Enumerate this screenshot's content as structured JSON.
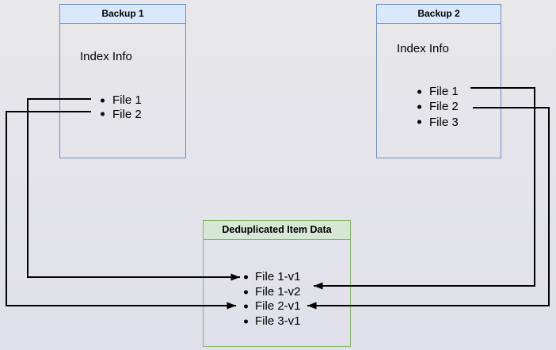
{
  "colors": {
    "background_top": "#e8e7e9",
    "background_bottom": "#e0e0ea",
    "blue_box_fill": "#dae8fc",
    "blue_box_border": "#6c8ebf",
    "green_box_fill": "#d5e8d4",
    "green_box_border": "#82b366",
    "arrow": "#000000",
    "text": "#000000"
  },
  "backup1": {
    "title": "Backup 1",
    "subtitle": "Index Info",
    "files": [
      "File 1",
      "File 2"
    ]
  },
  "backup2": {
    "title": "Backup 2",
    "subtitle": "Index Info",
    "files": [
      "File 1",
      "File 2",
      "File 3"
    ]
  },
  "dedup": {
    "title": "Deduplicated Item Data",
    "items": [
      "File 1-v1",
      "File 1-v2",
      "File 2-v1",
      "File 3-v1"
    ]
  },
  "connections": [
    {
      "from": "Backup 1 / File 1",
      "to": "File 1-v1"
    },
    {
      "from": "Backup 1 / File 2",
      "to": "File 2-v1"
    },
    {
      "from": "Backup 2 / File 1",
      "to": "File 1-v2"
    },
    {
      "from": "Backup 2 / File 2",
      "to": "File 2-v1"
    }
  ]
}
